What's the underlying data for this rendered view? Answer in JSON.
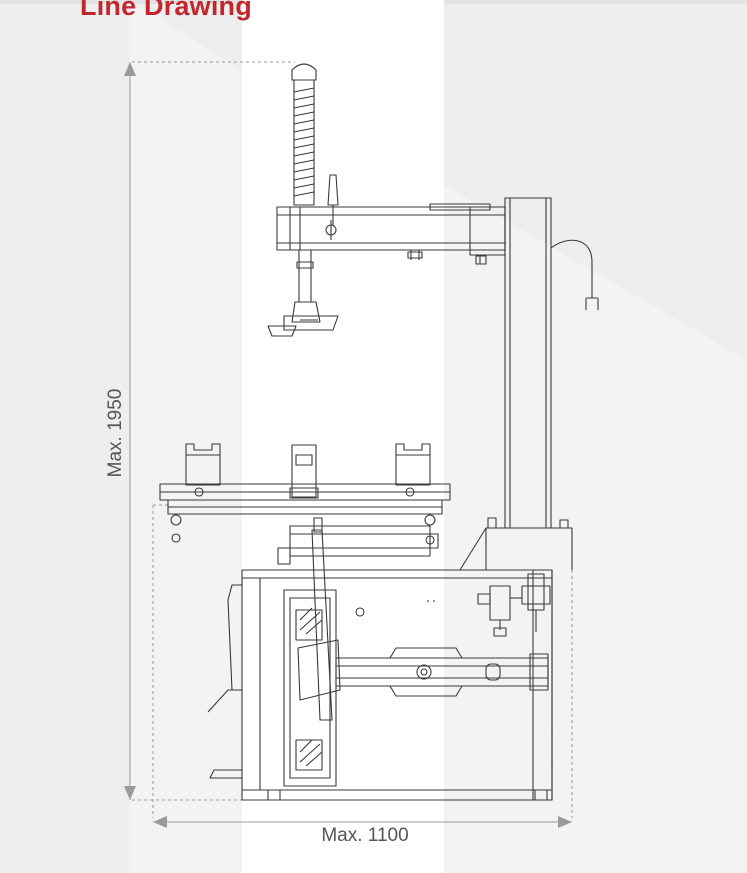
{
  "heading": "Line Drawing",
  "dimensions": {
    "height_label": "Max. 1950",
    "width_label": "Max. 1100"
  },
  "colors": {
    "heading": "#c1272d",
    "line": "#3a3a3a",
    "dimension": "#9a9a9a",
    "background": "#eeeeee",
    "highlight_band": "#ffffff"
  }
}
